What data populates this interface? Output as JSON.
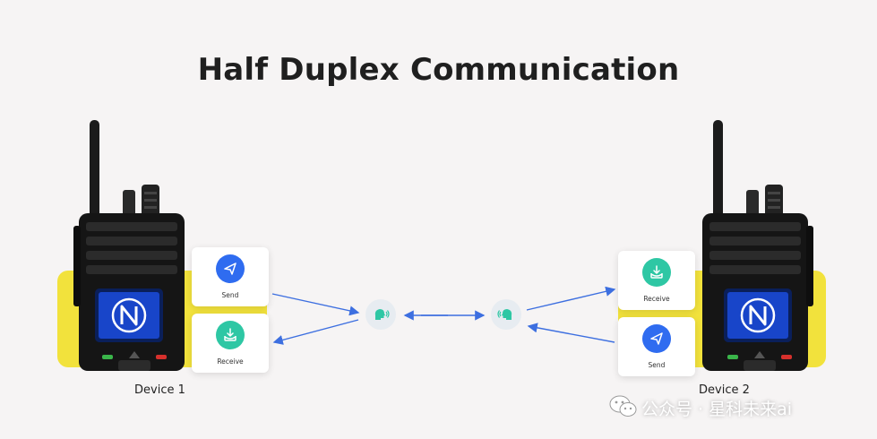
{
  "title": "Half Duplex Communication",
  "device1": {
    "label": "Device 1",
    "cards": [
      {
        "label": "Send",
        "icon": "send-icon"
      },
      {
        "label": "Receive",
        "icon": "receive-icon"
      }
    ]
  },
  "device2": {
    "label": "Device 2",
    "cards": [
      {
        "label": "Receive",
        "icon": "receive-icon"
      },
      {
        "label": "Send",
        "icon": "send-icon"
      }
    ]
  },
  "watermark": {
    "text": "公众号 · 星科未来ai",
    "icon": "wechat-icon"
  },
  "colors": {
    "accent_yellow": "#f2e23c",
    "send_blue": "#2f6cf0",
    "receive_green": "#2ec7a4",
    "arrow_blue": "#3d6fe0",
    "speaker_teal": "#2ec7a4"
  }
}
